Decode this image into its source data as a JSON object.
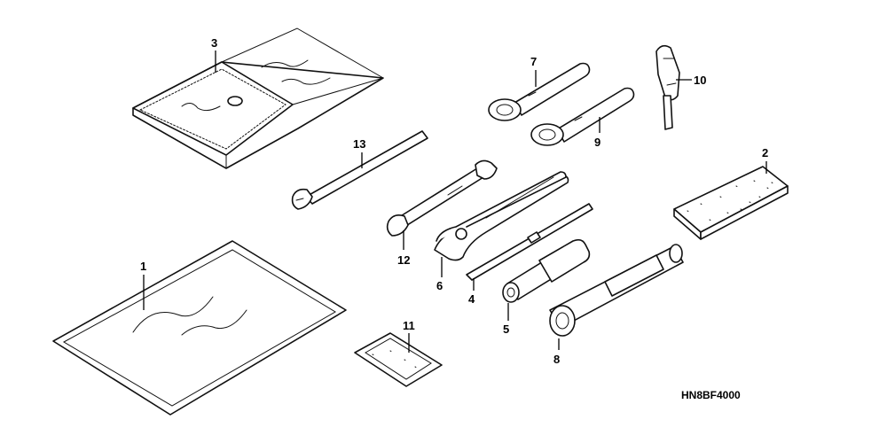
{
  "diagram": {
    "code": "HN8BF4000",
    "parts": [
      {
        "number": "1",
        "icon": "manual-bag-icon"
      },
      {
        "number": "2",
        "icon": "pad-icon"
      },
      {
        "number": "3",
        "icon": "tool-bag-icon"
      },
      {
        "number": "4",
        "icon": "screwdriver-icon"
      },
      {
        "number": "5",
        "icon": "screwdriver-grip-icon"
      },
      {
        "number": "6",
        "icon": "pliers-icon"
      },
      {
        "number": "7",
        "icon": "ring-wrench-icon"
      },
      {
        "number": "8",
        "icon": "socket-wrench-icon"
      },
      {
        "number": "9",
        "icon": "ring-wrench-icon"
      },
      {
        "number": "10",
        "icon": "spark-plug-tool-icon"
      },
      {
        "number": "11",
        "icon": "strap-icon"
      },
      {
        "number": "12",
        "icon": "double-open-wrench-icon"
      },
      {
        "number": "13",
        "icon": "open-wrench-icon"
      }
    ]
  }
}
